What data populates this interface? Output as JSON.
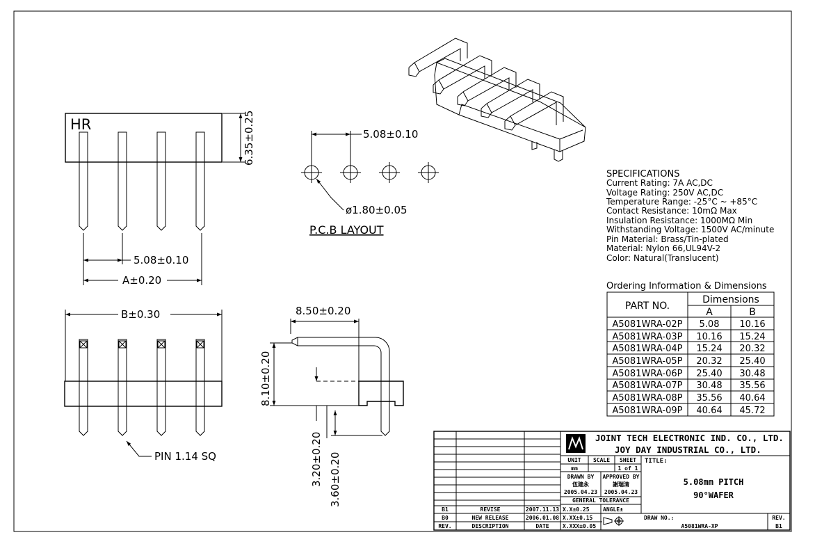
{
  "brand_mark": "HR",
  "dims": {
    "height_front": "6.35±0.25",
    "pitch_front": "5.08±0.10",
    "a_dim": "A±0.20",
    "b_dim": "B±0.30",
    "pin_label": "PIN 1.14 SQ",
    "side_width": "8.50±0.20",
    "side_height": "8.10±0.20",
    "tail_1": "3.20±0.20",
    "tail_2": "3.60±0.20"
  },
  "pcb": {
    "pitch": "5.08±0.10",
    "hole": "ø1.80±0.05",
    "title": "P.C.B LAYOUT"
  },
  "specifications": {
    "heading": "SPECIFICATIONS",
    "lines": [
      "Current Rating: 7A AC,DC",
      "Voltage Rating: 250V AC,DC",
      "Temperature Range: -25°C ~ +85°C",
      "Contact Resistance: 10mΩ Max",
      "Insulation Resistance: 1000MΩ Min",
      "Withstanding Voltage: 1500V AC/minute",
      "Pin Material: Brass/Tin-plated",
      "Material: Nylon 66,UL94V-2",
      "Color: Natural(Translucent)"
    ]
  },
  "ordering": {
    "title": "Ordering Information & Dimensions",
    "col_part": "PART NO.",
    "col_dims": "Dimensions",
    "col_a": "A",
    "col_b": "B",
    "rows": [
      {
        "part": "A5081WRA-02P",
        "a": "5.08",
        "b": "10.16"
      },
      {
        "part": "A5081WRA-03P",
        "a": "10.16",
        "b": "15.24"
      },
      {
        "part": "A5081WRA-04P",
        "a": "15.24",
        "b": "20.32"
      },
      {
        "part": "A5081WRA-05P",
        "a": "20.32",
        "b": "25.40"
      },
      {
        "part": "A5081WRA-06P",
        "a": "25.40",
        "b": "30.48"
      },
      {
        "part": "A5081WRA-07P",
        "a": "30.48",
        "b": "35.56"
      },
      {
        "part": "A5081WRA-08P",
        "a": "35.56",
        "b": "40.64"
      },
      {
        "part": "A5081WRA-09P",
        "a": "40.64",
        "b": "45.72"
      }
    ]
  },
  "title_block": {
    "company_1": "JOINT TECH ELECTRONIC IND. CO., LTD.",
    "company_2": "JOY DAY INDUSTRIAL CO., LTD.",
    "unit_label": "UNIT",
    "unit_value": "mm",
    "scale_label": "SCALE",
    "sheet_label": "SHEET",
    "sheet_value": "1 of 1",
    "title_label": "TITLE:",
    "title_line1": "5.08mm PITCH",
    "title_line2": "90°WAFER",
    "drawn_by_label": "DRAWN BY",
    "drawn_by_name": "伍建永",
    "drawn_by_date": "2005.04.23",
    "approved_by_label": "APPROVED BY",
    "approved_by_name": "謝瑞清",
    "approved_by_date": "2005.04.23",
    "tolerance_label": "GENERAL TOLERANCE",
    "tol_1": "X.X±0.25",
    "tol_2": "X.XX±0.15",
    "tol_3": "X.XXX±0.05",
    "angle_label": "ANGLE±",
    "draw_no_label": "DRAW NO.:",
    "draw_no": "A5081WRA-XP",
    "rev_label": "REV.",
    "rev_value": "B1",
    "revisions": [
      {
        "rev": "B1",
        "desc": "REVISE",
        "date": "2007.11.13"
      },
      {
        "rev": "B0",
        "desc": "NEW RELEASE",
        "date": "2006.01.08"
      }
    ],
    "rev_header": "REV.",
    "desc_header": "DESCRIPTION",
    "date_header": "DATE"
  }
}
